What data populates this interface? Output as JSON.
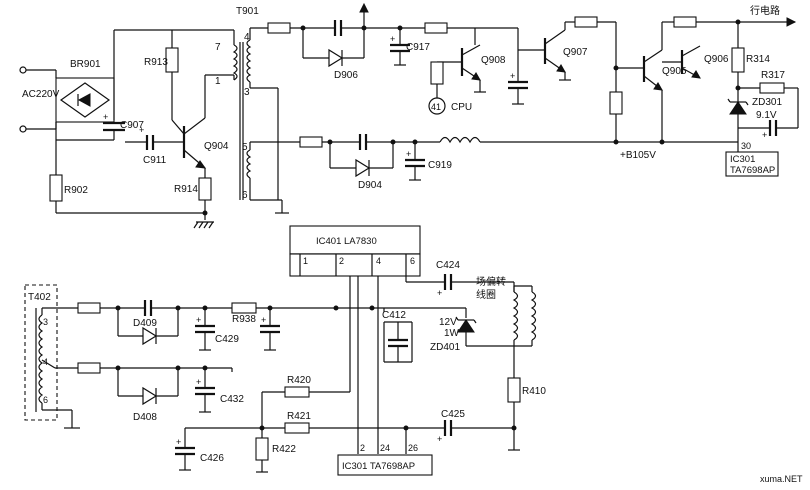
{
  "labels": {
    "t901": "T901",
    "br901": "BR901",
    "ac220v": "AC220V",
    "c907": "C907",
    "r913": "R913",
    "c911": "C911",
    "q904": "Q904",
    "r914": "R914",
    "r902": "R902",
    "pin7": "7",
    "pin4": "4",
    "pin1": "1",
    "pin3": "3",
    "pin5": "5",
    "pin6": "6",
    "d906": "D906",
    "c917": "C917",
    "q908": "Q908",
    "pin41": "41",
    "cpu": "CPU",
    "q907": "Q907",
    "q905": "Q905",
    "q906": "Q906",
    "line_circuit": "行电路",
    "r314": "R314",
    "r317": "R317",
    "zd301": "ZD301",
    "zd301_v": "9.1V",
    "ic301_pin30": "30",
    "ic301_top": "IC301",
    "ic301_top_part": "TA7698AP",
    "d904": "D904",
    "c919": "C919",
    "b105v": "+B105V",
    "ic401": "IC401  LA7830",
    "ic401_p1": "1",
    "ic401_p2": "2",
    "ic401_p4": "4",
    "ic401_p6": "6",
    "c424": "C424",
    "yoke_1": "场偏转",
    "yoke_2": "线圈",
    "t402": "T402",
    "t402_p3": "3",
    "t402_p4": "4",
    "t402_p6": "6",
    "d409": "D409",
    "r938": "R938",
    "c429": "C429",
    "c412": "C412",
    "zd401_v": "12V",
    "zd401_w": "1W",
    "zd401": "ZD401",
    "d408": "D408",
    "c432": "C432",
    "r420": "R420",
    "r421": "R421",
    "r422": "R422",
    "c426": "C426",
    "c425": "C425",
    "r410": "R410",
    "ic301_bot": "IC301  TA7698AP",
    "ic301_p2": "2",
    "ic301_p24": "24",
    "ic301_p26": "26",
    "watermark": "xuma.NET"
  }
}
